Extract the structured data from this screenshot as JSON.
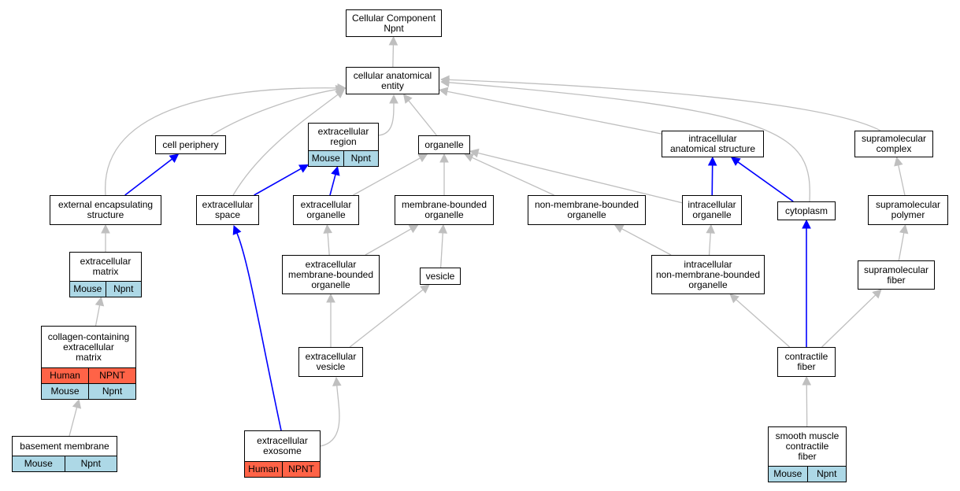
{
  "colors": {
    "isa_edge": "#bfbfbf",
    "part_of_edge": "#0000ff",
    "mouse": "#add8e6",
    "human": "#ff6347"
  },
  "nodes": [
    {
      "id": "root",
      "lines": [
        "Cellular Component",
        "Npnt"
      ]
    },
    {
      "id": "cae",
      "lines": [
        "cellular anatomical",
        "entity"
      ]
    },
    {
      "id": "cell_periphery",
      "lines": [
        "cell periphery"
      ]
    },
    {
      "id": "ec_region",
      "lines": [
        "extracellular",
        "region"
      ],
      "annotations": [
        {
          "species": "Mouse",
          "gene": "Npnt"
        }
      ]
    },
    {
      "id": "organelle",
      "lines": [
        "organelle"
      ]
    },
    {
      "id": "ic_struct",
      "lines": [
        "intracellular",
        "anatomical structure"
      ]
    },
    {
      "id": "supra_complex",
      "lines": [
        "supramolecular",
        "complex"
      ]
    },
    {
      "id": "ext_encap",
      "lines": [
        "external encapsulating",
        "structure"
      ]
    },
    {
      "id": "ec_space",
      "lines": [
        "extracellular",
        "space"
      ]
    },
    {
      "id": "ec_organelle",
      "lines": [
        "extracellular",
        "organelle"
      ]
    },
    {
      "id": "mb_organelle",
      "lines": [
        "membrane-bounded",
        "organelle"
      ]
    },
    {
      "id": "nmb_organelle",
      "lines": [
        "non-membrane-bounded",
        "organelle"
      ]
    },
    {
      "id": "ic_organelle",
      "lines": [
        "intracellular",
        "organelle"
      ]
    },
    {
      "id": "cytoplasm",
      "lines": [
        "cytoplasm"
      ]
    },
    {
      "id": "supra_polymer",
      "lines": [
        "supramolecular",
        "polymer"
      ]
    },
    {
      "id": "ec_matrix",
      "lines": [
        "extracellular",
        "matrix"
      ],
      "annotations": [
        {
          "species": "Mouse",
          "gene": "Npnt"
        }
      ]
    },
    {
      "id": "ec_mb_organelle",
      "lines": [
        "extracellular",
        "membrane-bounded",
        "organelle"
      ]
    },
    {
      "id": "vesicle",
      "lines": [
        "vesicle"
      ]
    },
    {
      "id": "ic_nmb_organelle",
      "lines": [
        "intracellular",
        "non-membrane-bounded",
        "organelle"
      ]
    },
    {
      "id": "supra_fiber",
      "lines": [
        "supramolecular",
        "fiber"
      ]
    },
    {
      "id": "collagen_ecm",
      "lines": [
        "collagen-containing",
        "extracellular",
        "matrix"
      ],
      "annotations": [
        {
          "species": "Human",
          "gene": "NPNT"
        },
        {
          "species": "Mouse",
          "gene": "Npnt"
        }
      ]
    },
    {
      "id": "ec_vesicle",
      "lines": [
        "extracellular",
        "vesicle"
      ]
    },
    {
      "id": "contractile_fiber",
      "lines": [
        "contractile",
        "fiber"
      ]
    },
    {
      "id": "basement_membrane",
      "lines": [
        "basement membrane"
      ],
      "annotations": [
        {
          "species": "Mouse",
          "gene": "Npnt"
        }
      ]
    },
    {
      "id": "ec_exosome",
      "lines": [
        "extracellular",
        "exosome"
      ],
      "annotations": [
        {
          "species": "Human",
          "gene": "NPNT"
        }
      ]
    },
    {
      "id": "smooth_muscle_cf",
      "lines": [
        "smooth muscle",
        "contractile",
        "fiber"
      ],
      "annotations": [
        {
          "species": "Mouse",
          "gene": "Npnt"
        }
      ]
    }
  ],
  "edges": [
    {
      "from": "cae",
      "to": "root",
      "type": "is_a"
    },
    {
      "from": "cell_periphery",
      "to": "cae",
      "type": "is_a"
    },
    {
      "from": "ec_region",
      "to": "cae",
      "type": "is_a"
    },
    {
      "from": "organelle",
      "to": "cae",
      "type": "is_a"
    },
    {
      "from": "ic_struct",
      "to": "cae",
      "type": "is_a"
    },
    {
      "from": "supra_complex",
      "to": "cae",
      "type": "is_a"
    },
    {
      "from": "ext_encap",
      "to": "cae",
      "type": "is_a"
    },
    {
      "from": "ec_space",
      "to": "cae",
      "type": "is_a"
    },
    {
      "from": "cytoplasm",
      "to": "cae",
      "type": "is_a"
    },
    {
      "from": "ext_encap",
      "to": "cell_periphery",
      "type": "part_of"
    },
    {
      "from": "ec_space",
      "to": "ec_region",
      "type": "part_of"
    },
    {
      "from": "ec_organelle",
      "to": "ec_region",
      "type": "part_of"
    },
    {
      "from": "ec_organelle",
      "to": "organelle",
      "type": "is_a"
    },
    {
      "from": "mb_organelle",
      "to": "organelle",
      "type": "is_a"
    },
    {
      "from": "nmb_organelle",
      "to": "organelle",
      "type": "is_a"
    },
    {
      "from": "ic_organelle",
      "to": "organelle",
      "type": "is_a"
    },
    {
      "from": "ic_organelle",
      "to": "ic_struct",
      "type": "part_of"
    },
    {
      "from": "cytoplasm",
      "to": "ic_struct",
      "type": "part_of"
    },
    {
      "from": "supra_polymer",
      "to": "supra_complex",
      "type": "is_a"
    },
    {
      "from": "ec_matrix",
      "to": "ext_encap",
      "type": "is_a"
    },
    {
      "from": "ec_mb_organelle",
      "to": "ec_organelle",
      "type": "is_a"
    },
    {
      "from": "ec_mb_organelle",
      "to": "mb_organelle",
      "type": "is_a"
    },
    {
      "from": "vesicle",
      "to": "mb_organelle",
      "type": "is_a"
    },
    {
      "from": "ic_nmb_organelle",
      "to": "nmb_organelle",
      "type": "is_a"
    },
    {
      "from": "ic_nmb_organelle",
      "to": "ic_organelle",
      "type": "is_a"
    },
    {
      "from": "supra_fiber",
      "to": "supra_polymer",
      "type": "is_a"
    },
    {
      "from": "collagen_ecm",
      "to": "ec_matrix",
      "type": "is_a"
    },
    {
      "from": "ec_vesicle",
      "to": "ec_mb_organelle",
      "type": "is_a"
    },
    {
      "from": "ec_vesicle",
      "to": "vesicle",
      "type": "is_a"
    },
    {
      "from": "contractile_fiber",
      "to": "ic_nmb_organelle",
      "type": "is_a"
    },
    {
      "from": "contractile_fiber",
      "to": "supra_fiber",
      "type": "is_a"
    },
    {
      "from": "contractile_fiber",
      "to": "cytoplasm",
      "type": "part_of"
    },
    {
      "from": "basement_membrane",
      "to": "collagen_ecm",
      "type": "is_a"
    },
    {
      "from": "ec_exosome",
      "to": "ec_vesicle",
      "type": "is_a"
    },
    {
      "from": "ec_exosome",
      "to": "ec_space",
      "type": "part_of"
    },
    {
      "from": "smooth_muscle_cf",
      "to": "contractile_fiber",
      "type": "is_a"
    }
  ]
}
